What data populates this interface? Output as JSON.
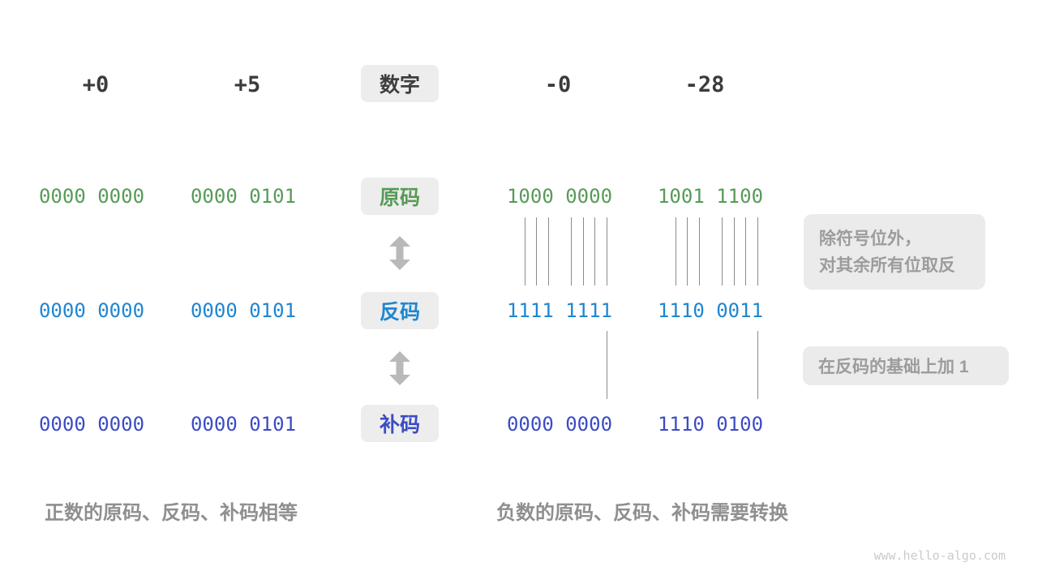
{
  "header": {
    "tag": "数字",
    "numbers": [
      "+0",
      "+5",
      "-0",
      "-28"
    ]
  },
  "rows": [
    {
      "tag": "原码",
      "values": [
        "0000 0000",
        "0000 0101",
        "1000 0000",
        "1001 1100"
      ]
    },
    {
      "tag": "反码",
      "values": [
        "0000 0000",
        "0000 0101",
        "1111 1111",
        "1110 0011"
      ]
    },
    {
      "tag": "补码",
      "values": [
        "0000 0000",
        "0000 0101",
        "0000 0000",
        "1110 0100"
      ]
    }
  ],
  "annotations": {
    "invert_line1": "除符号位外，",
    "invert_line2": "对其余所有位取反",
    "add_one": "在反码的基础上加 1"
  },
  "captions": {
    "positive": "正数的原码、反码、补码相等",
    "negative": "负数的原码、反码、补码需要转换"
  },
  "watermark": "www.hello-algo.com",
  "colors": {
    "sign_magnitude_green": "#579b57",
    "ones_complement_blue": "#1f86d2",
    "twos_complement_indigo": "#3c4cc3",
    "header_number": "#3b3b3b",
    "tag_background": "#ededed",
    "annotation_background": "#ebebeb",
    "annotation_text": "#9c9c9c",
    "caption_text": "#8f8f8f",
    "arrow_gray": "#b9b9b9",
    "tick_line": "#8c8c8c",
    "watermark_text": "#cbcbcb"
  }
}
